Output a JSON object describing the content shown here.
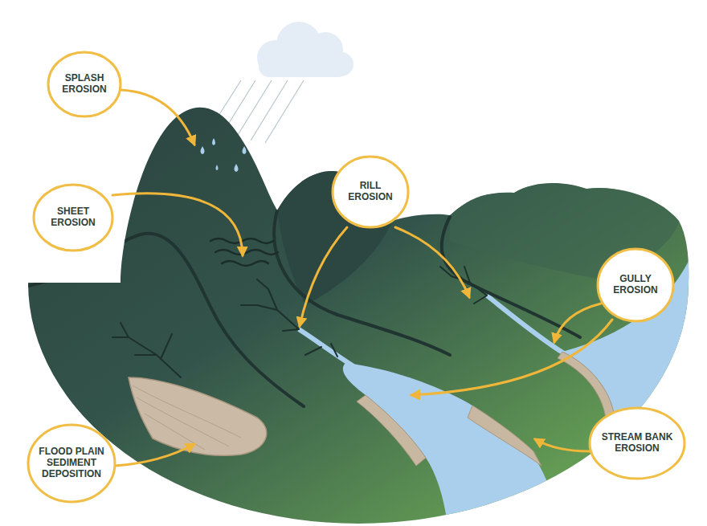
{
  "diagram": {
    "nodes": [
      {
        "text": [
          "SPLASH EROSION"
        ]
      },
      {
        "text": [
          "SHEET EROSION"
        ]
      },
      {
        "text": [
          "RILL EROSION"
        ]
      },
      {
        "text": [
          "GULLY EROSION"
        ]
      },
      {
        "text": [
          "FLOOD PLAIN SEDIMENT DEPOSITION"
        ]
      },
      {
        "text": [
          "STREAM BANK EROSION"
        ]
      }
    ]
  }
}
